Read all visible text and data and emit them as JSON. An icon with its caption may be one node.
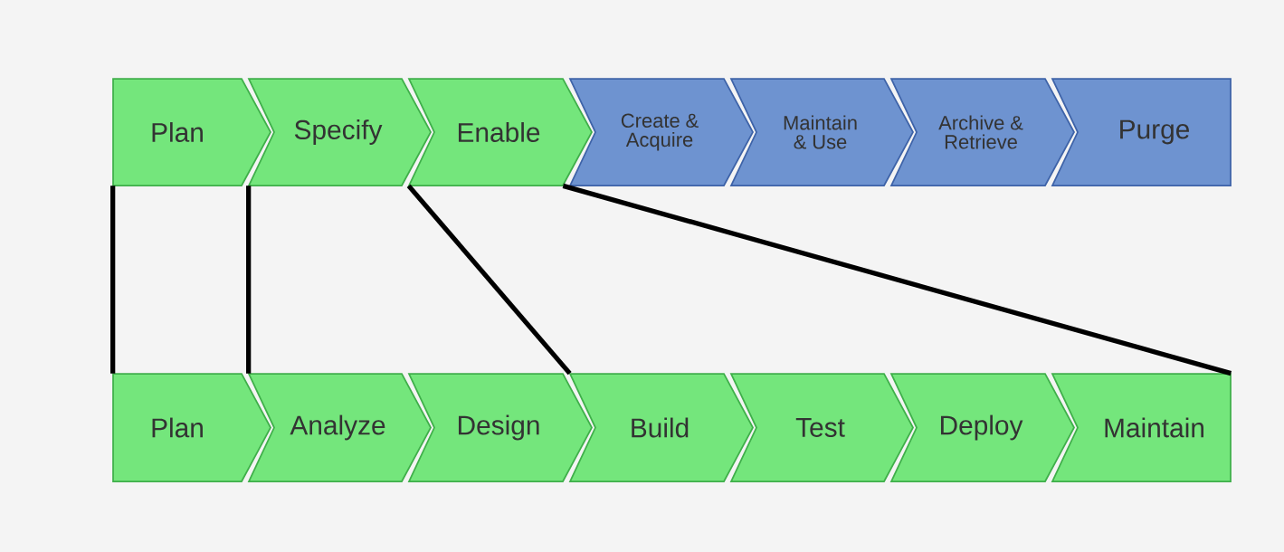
{
  "diagram": {
    "nodes": [
      {
        "text": [
          "Plan"
        ]
      },
      {
        "text": [
          "Specify"
        ]
      },
      {
        "text": [
          "Enable"
        ]
      },
      {
        "text": [
          "Create & Acquire"
        ]
      },
      {
        "text": [
          "Maintain & Use"
        ]
      },
      {
        "text": [
          "Archive & Retrieve"
        ]
      },
      {
        "text": [
          "Purge"
        ]
      },
      {
        "text": [
          "Plan"
        ]
      },
      {
        "text": [
          "Analyze"
        ]
      },
      {
        "text": [
          "Design"
        ]
      },
      {
        "text": [
          "Build"
        ]
      },
      {
        "text": [
          "Test"
        ]
      },
      {
        "text": [
          "Deploy"
        ]
      },
      {
        "text": [
          "Maintain"
        ]
      }
    ],
    "edges": [
      {
        "from": 0,
        "to": 7,
        "arrow": "none"
      },
      {
        "from": 1,
        "to": 8,
        "arrow": "none"
      },
      {
        "from": 2,
        "to": 10,
        "arrow": "none"
      },
      {
        "from": 2,
        "to": 13,
        "arrow": "none"
      }
    ]
  }
}
